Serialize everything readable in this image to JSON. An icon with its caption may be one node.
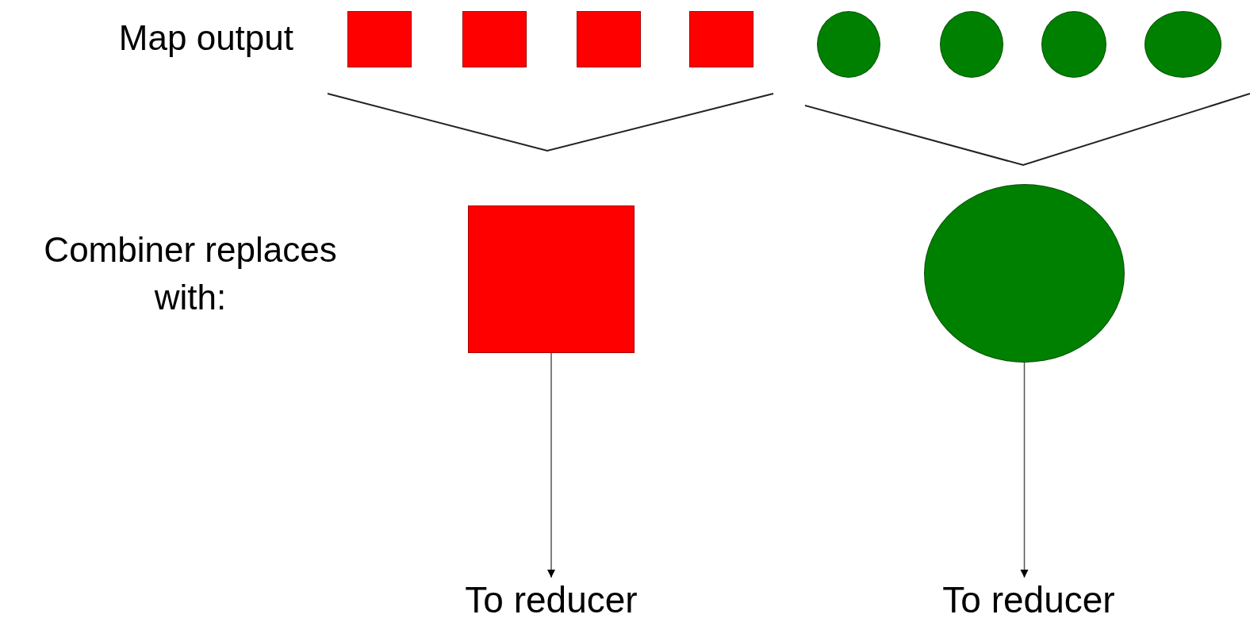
{
  "diagram": {
    "nodes": [
      {
        "text": [],
        "shape": "box"
      },
      {
        "text": [],
        "shape": "box"
      },
      {
        "text": [],
        "shape": "box"
      },
      {
        "text": [],
        "shape": "box"
      },
      {
        "text": [],
        "shape": "circle"
      },
      {
        "text": [],
        "shape": "circle"
      },
      {
        "text": [],
        "shape": "circle"
      },
      {
        "text": [],
        "shape": "circle"
      },
      {
        "text": [],
        "shape": "box"
      },
      {
        "text": [],
        "shape": "circle"
      },
      {
        "text": [
          "To reducer"
        ]
      },
      {
        "text": [
          "To reducer"
        ]
      }
    ],
    "edges": [
      {
        "from": 8,
        "to": 10,
        "arrow": "to"
      },
      {
        "from": 9,
        "to": 11,
        "arrow": "to"
      }
    ],
    "labels": [
      "Map output",
      "Combiner replaces with:"
    ]
  }
}
